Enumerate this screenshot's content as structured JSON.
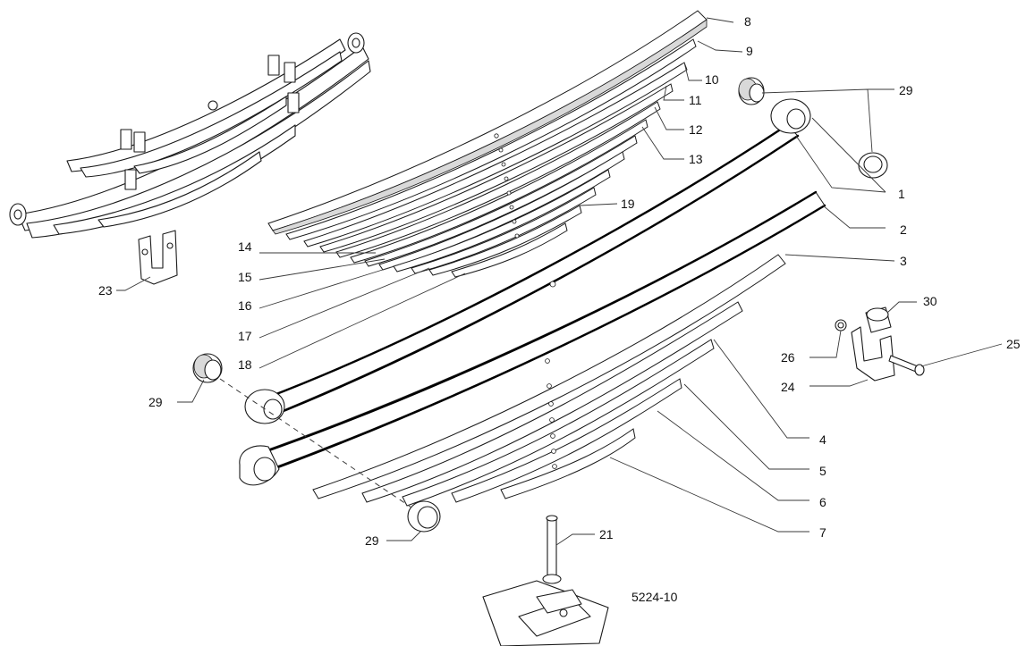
{
  "drawing_code": "5224-10",
  "callouts": {
    "c1": "1",
    "c2": "2",
    "c3": "3",
    "c4": "4",
    "c5": "5",
    "c6": "6",
    "c7": "7",
    "c8": "8",
    "c9": "9",
    "c10": "10",
    "c11": "11",
    "c12": "12",
    "c13": "13",
    "c14": "14",
    "c15": "15",
    "c16": "16",
    "c17": "17",
    "c18": "18",
    "c19": "19",
    "c21": "21",
    "c23": "23",
    "c24": "24",
    "c25": "25",
    "c26": "26",
    "c29a": "29",
    "c29b": "29",
    "c29c": "29",
    "c30": "30"
  }
}
